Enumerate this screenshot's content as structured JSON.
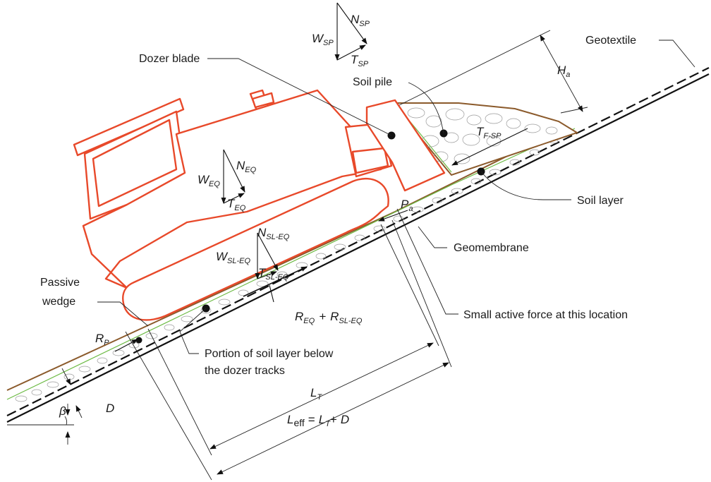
{
  "colors": {
    "dozer_outline": "#e8492a",
    "soil_top": "#8b5a2b",
    "soil_interface": "#6dbb45",
    "lines": "#111111"
  },
  "labels": {
    "geotextile": "Geotextile",
    "dozer_blade": "Dozer blade",
    "soil_pile": "Soil pile",
    "soil_layer": "Soil layer",
    "geomembrane": "Geomembrane",
    "small_active_force": "Small active force at this location",
    "passive_wedge_line1": "Passive",
    "passive_wedge_line2": "wedge",
    "portion_line1": "Portion of soil layer below",
    "portion_line2": "the dozer tracks"
  },
  "symbols": {
    "W_SP": {
      "main": "W",
      "sub": "SP"
    },
    "N_SP": {
      "main": "N",
      "sub": "SP"
    },
    "T_SP": {
      "main": "T",
      "sub": "SP"
    },
    "H_a": {
      "main": "H",
      "sub": "a"
    },
    "T_F_SP": {
      "main": "T",
      "sub": "F-SP"
    },
    "W_EQ": {
      "main": "W",
      "sub": "EQ"
    },
    "N_EQ": {
      "main": "N",
      "sub": "EQ"
    },
    "T_EQ": {
      "main": "T",
      "sub": "EQ"
    },
    "P_a": {
      "main": "P",
      "sub": "a"
    },
    "N_SL_EQ": {
      "main": "N",
      "sub": "SL-EQ"
    },
    "W_SL_EQ": {
      "main": "W",
      "sub": "SL-EQ"
    },
    "T_SL_EQ": {
      "main": "T",
      "sub": "SL-EQ"
    },
    "R_EQ": {
      "main": "R",
      "sub": "EQ"
    },
    "plus": "+",
    "R_SL_EQ": {
      "main": "R",
      "sub": "SL-EQ"
    },
    "R_P": {
      "main": "R",
      "sub": "P"
    },
    "L_T": {
      "main": "L",
      "sub": "T"
    },
    "L_eff": {
      "main": "L",
      "sub": "eff",
      "equals": "=",
      "rhs_main": "L",
      "rhs_sub": "T",
      "rhs_plus": "+",
      "rhs_d": "D"
    },
    "beta": "β",
    "D": "D"
  }
}
